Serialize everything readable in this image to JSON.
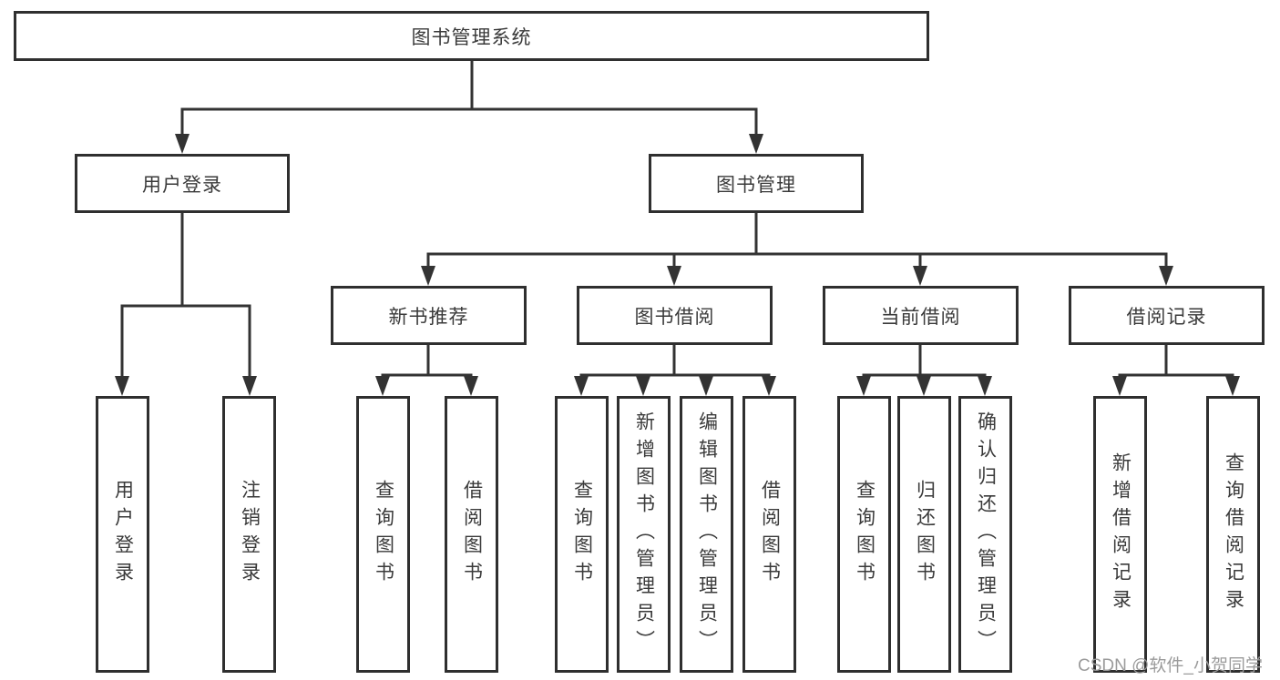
{
  "diagram": {
    "type": "tree",
    "nodes": {
      "root": "图书管理系统",
      "level2": {
        "user_login": "用户登录",
        "book_mgmt": "图书管理"
      },
      "level3": [
        "新书推荐",
        "图书借阅",
        "当前借阅",
        "借阅记录"
      ],
      "leaves": {
        "user": [
          "用户登录",
          "注销登录"
        ],
        "newbook": [
          "查询图书",
          "借阅图书"
        ],
        "borrow": [
          "查询图书",
          "新增图书（管理员）",
          "编辑图书（管理员）",
          "借阅图书"
        ],
        "current": [
          "查询图书",
          "归还图书",
          "确认归还（管理员）"
        ],
        "records": [
          "新增借阅记录",
          "查询借阅记录"
        ]
      }
    },
    "edges": [
      "图书管理系统->用户登录",
      "图书管理系统->图书管理",
      "用户登录->用户登录",
      "用户登录->注销登录",
      "图书管理->新书推荐",
      "图书管理->图书借阅",
      "图书管理->当前借阅",
      "图书管理->借阅记录",
      "新书推荐->查询图书",
      "新书推荐->借阅图书",
      "图书借阅->查询图书",
      "图书借阅->新增图书（管理员）",
      "图书借阅->编辑图书（管理员）",
      "图书借阅->借阅图书",
      "当前借阅->查询图书",
      "当前借阅->归还图书",
      "当前借阅->确认归还（管理员）",
      "借阅记录->新增借阅记录",
      "借阅记录->查询借阅记录"
    ]
  },
  "watermark": "CSDN @软件_小贺同学",
  "colors": {
    "background": "#ffffff",
    "line": "#333333",
    "box_border": "#2f2f2f",
    "text": "#3a3a3a",
    "watermark": "#9b9b9b"
  }
}
